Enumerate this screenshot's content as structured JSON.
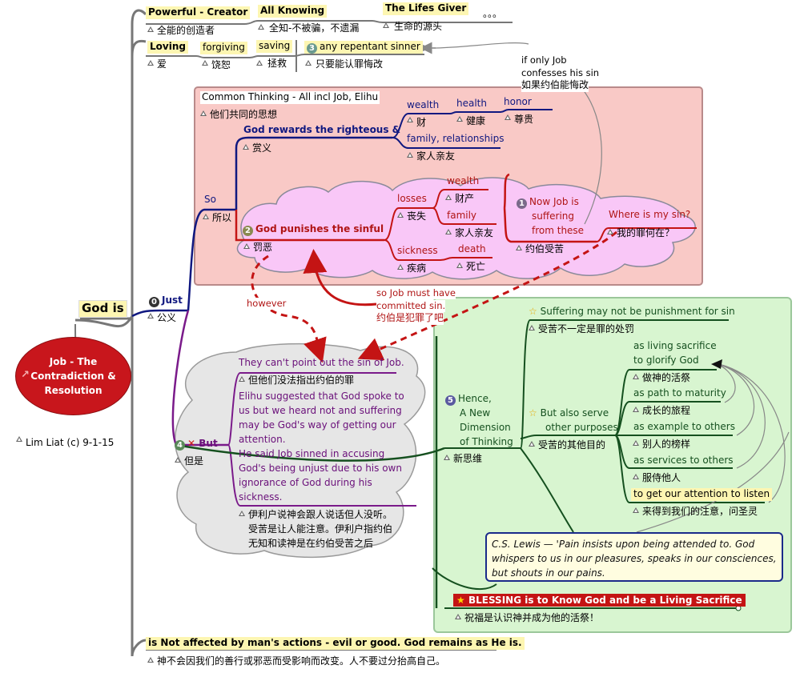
{
  "center": {
    "title_line1": "Job - The",
    "title_line2": "Contradiction &",
    "title_line3": "Resolution",
    "credit": "Lim Liat (c) 9-1-15"
  },
  "god_is": "God is",
  "top": {
    "powerful": "Powerful - Creator",
    "powerful_zh": "全能的创造者",
    "all_knowing": "All Knowing",
    "all_knowing_zh": "全知-不被骗，不遗漏",
    "lifes_giver": "The Lifes Giver",
    "lifes_giver_zh": "生命的源头",
    "ellipsis": "。。。",
    "loving": "Loving",
    "loving_zh": "爱",
    "forgiving": "forgiving",
    "forgiving_zh": "饶恕",
    "saving": "saving",
    "saving_zh": "拯救",
    "repentant_num": "3",
    "repentant": "any repentant sinner",
    "repentant_zh": "只要能认罪悔改",
    "if_only_1": "if only Job",
    "if_only_2": "confesses his sin",
    "if_only_zh": "如果约伯能悔改"
  },
  "just": {
    "num": "0",
    "label": "Just",
    "zh": "公义"
  },
  "so": {
    "label": "So",
    "zh": "所以"
  },
  "common": {
    "title": "Common Thinking - All incl Job, Elihu",
    "title_zh": "他们共同的思想",
    "rewards": "God rewards the righteous &",
    "rewards_zh": "赏义",
    "wealth": "wealth",
    "wealth_zh": "财",
    "health": "health",
    "health_zh": "健康",
    "honor": "honor",
    "honor_zh": "尊贵",
    "family": "family, relationships",
    "family_zh": "家人亲友",
    "punish_num": "2",
    "punishes": "God punishes the sinful",
    "punishes_zh": "罚恶",
    "losses": "losses",
    "losses_zh": "丧失",
    "loss_wealth": "wealth",
    "loss_wealth_zh": "财产",
    "loss_family": "family",
    "loss_family_zh": "家人亲友",
    "sickness": "sickness",
    "sickness_zh": "疾病",
    "death": "death",
    "death_zh": "死亡",
    "now_num": "1",
    "now_1": "Now Job is",
    "now_2": "suffering",
    "now_3": "from these",
    "now_zh": "约伯受苦",
    "where": "Where is my sin?",
    "where_zh": "我的罪何在？",
    "must_1": "so Job must have",
    "must_2": "committed sin.",
    "must_zh": "约伯是犯罪了吧",
    "however": "however"
  },
  "but": {
    "num": "4",
    "label": "But",
    "zh": "但是",
    "cant": "They can't point out the sin of Job.",
    "cant_zh": "但他们没法指出约伯的罪",
    "elihu_1": "Elihu suggested that God spoke to",
    "elihu_2": "us but we heard not and suffering",
    "elihu_3": "may be God's way of getting our",
    "elihu_4": "attention.",
    "elihu_5": "He said Job sinned in accusing",
    "elihu_6": "God's being unjust due to his own",
    "elihu_7": "ignorance of God during his",
    "elihu_8": "sickness.",
    "elihu_zh_1": "伊利户说神会跟人说话但人没听。",
    "elihu_zh_2": "受苦是让人能注意。伊利户指约伯",
    "elihu_zh_3": "无知和读神是在约伯受苦之后"
  },
  "hence": {
    "num": "5",
    "line1": "Hence,",
    "line2": "A New",
    "line3": "Dimension",
    "line4": "of Thinking",
    "zh": "新思维",
    "suffering_not": "Suffering may not be punishment for sin",
    "suffering_not_zh": "受苦不一定是罪的处罚",
    "serve_1": "But also serve",
    "serve_2": "other purposes",
    "serve_zh": "受苦的其他目的",
    "p1_1": "as living sacrifice",
    "p1_2": "to glorify God",
    "p1_zh": "做神的活祭",
    "p2": "as path to maturity",
    "p2_zh": "成长的旅程",
    "p3": "as example to others",
    "p3_zh": "别人的榜样",
    "p4": "as services to others",
    "p4_zh": "服侍他人",
    "p5": "to get our attention to listen",
    "p5_zh": "来得到我们的注意，问圣灵",
    "quote": "C.S. Lewis — 'Pain insists upon being attended to. God whispers to us in our pleasures, speaks in our consciences, but shouts in our pains.",
    "blessing": "BLESSING is to Know God and be a Living Sacrifice",
    "blessing_zh": "祝福是认识神并成为他的活祭！"
  },
  "bottom": {
    "not_affected": "is Not affected by man's actions - evil or good. God remains as He is.",
    "not_affected_zh": "神不会因我们的善行或邪恶而受影响而改变。人不要过分抬高自己。"
  },
  "colors": {
    "navy": "#101880",
    "red": "#c41414",
    "green": "#15501f",
    "purple": "#7a1a8a",
    "pink_box": "#f9c9c6",
    "green_box": "#d8f5d0"
  }
}
